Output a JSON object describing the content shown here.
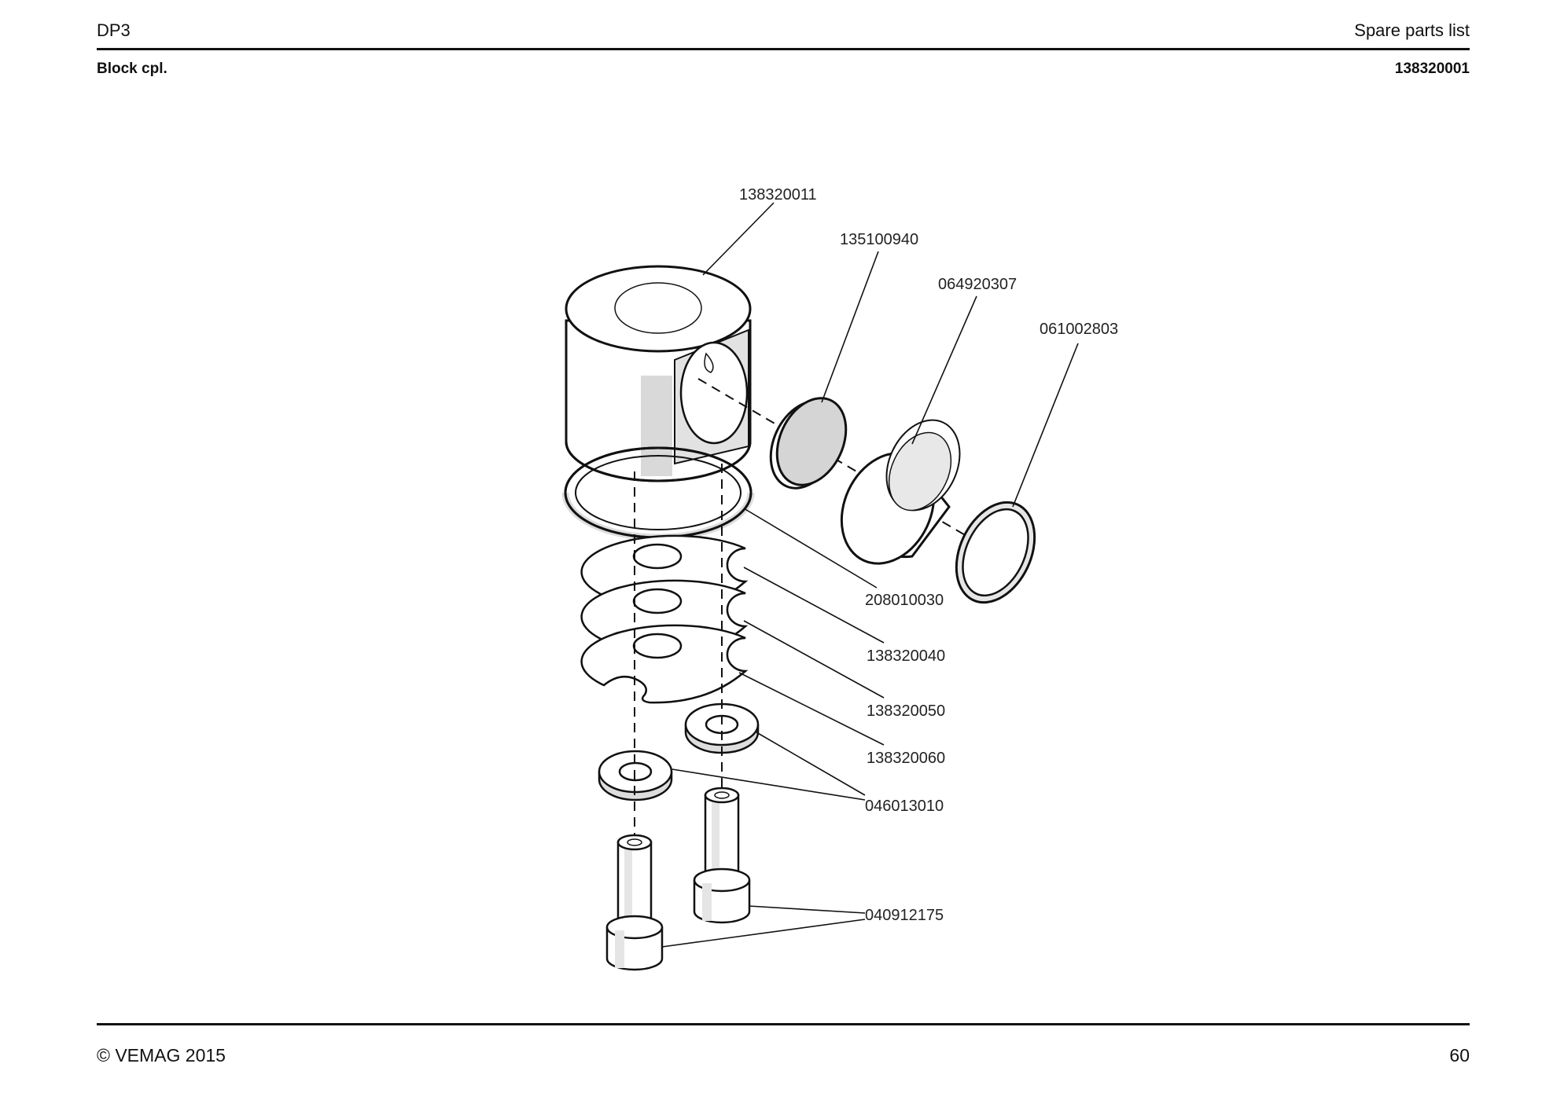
{
  "header": {
    "model": "DP3",
    "doc_type": "Spare parts list",
    "assembly_name": "Block cpl.",
    "assembly_number": "138320001"
  },
  "parts": {
    "p138320011": "138320011",
    "p135100940": "135100940",
    "p064920307": "064920307",
    "p061002803": "061002803",
    "p208010030": "208010030",
    "p138320040": "138320040",
    "p138320050": "138320050",
    "p138320060": "138320060",
    "p046013010": "046013010",
    "p040912175": "040912175"
  },
  "footer": {
    "copyright": "© VEMAG 2015",
    "page_number": "60"
  }
}
